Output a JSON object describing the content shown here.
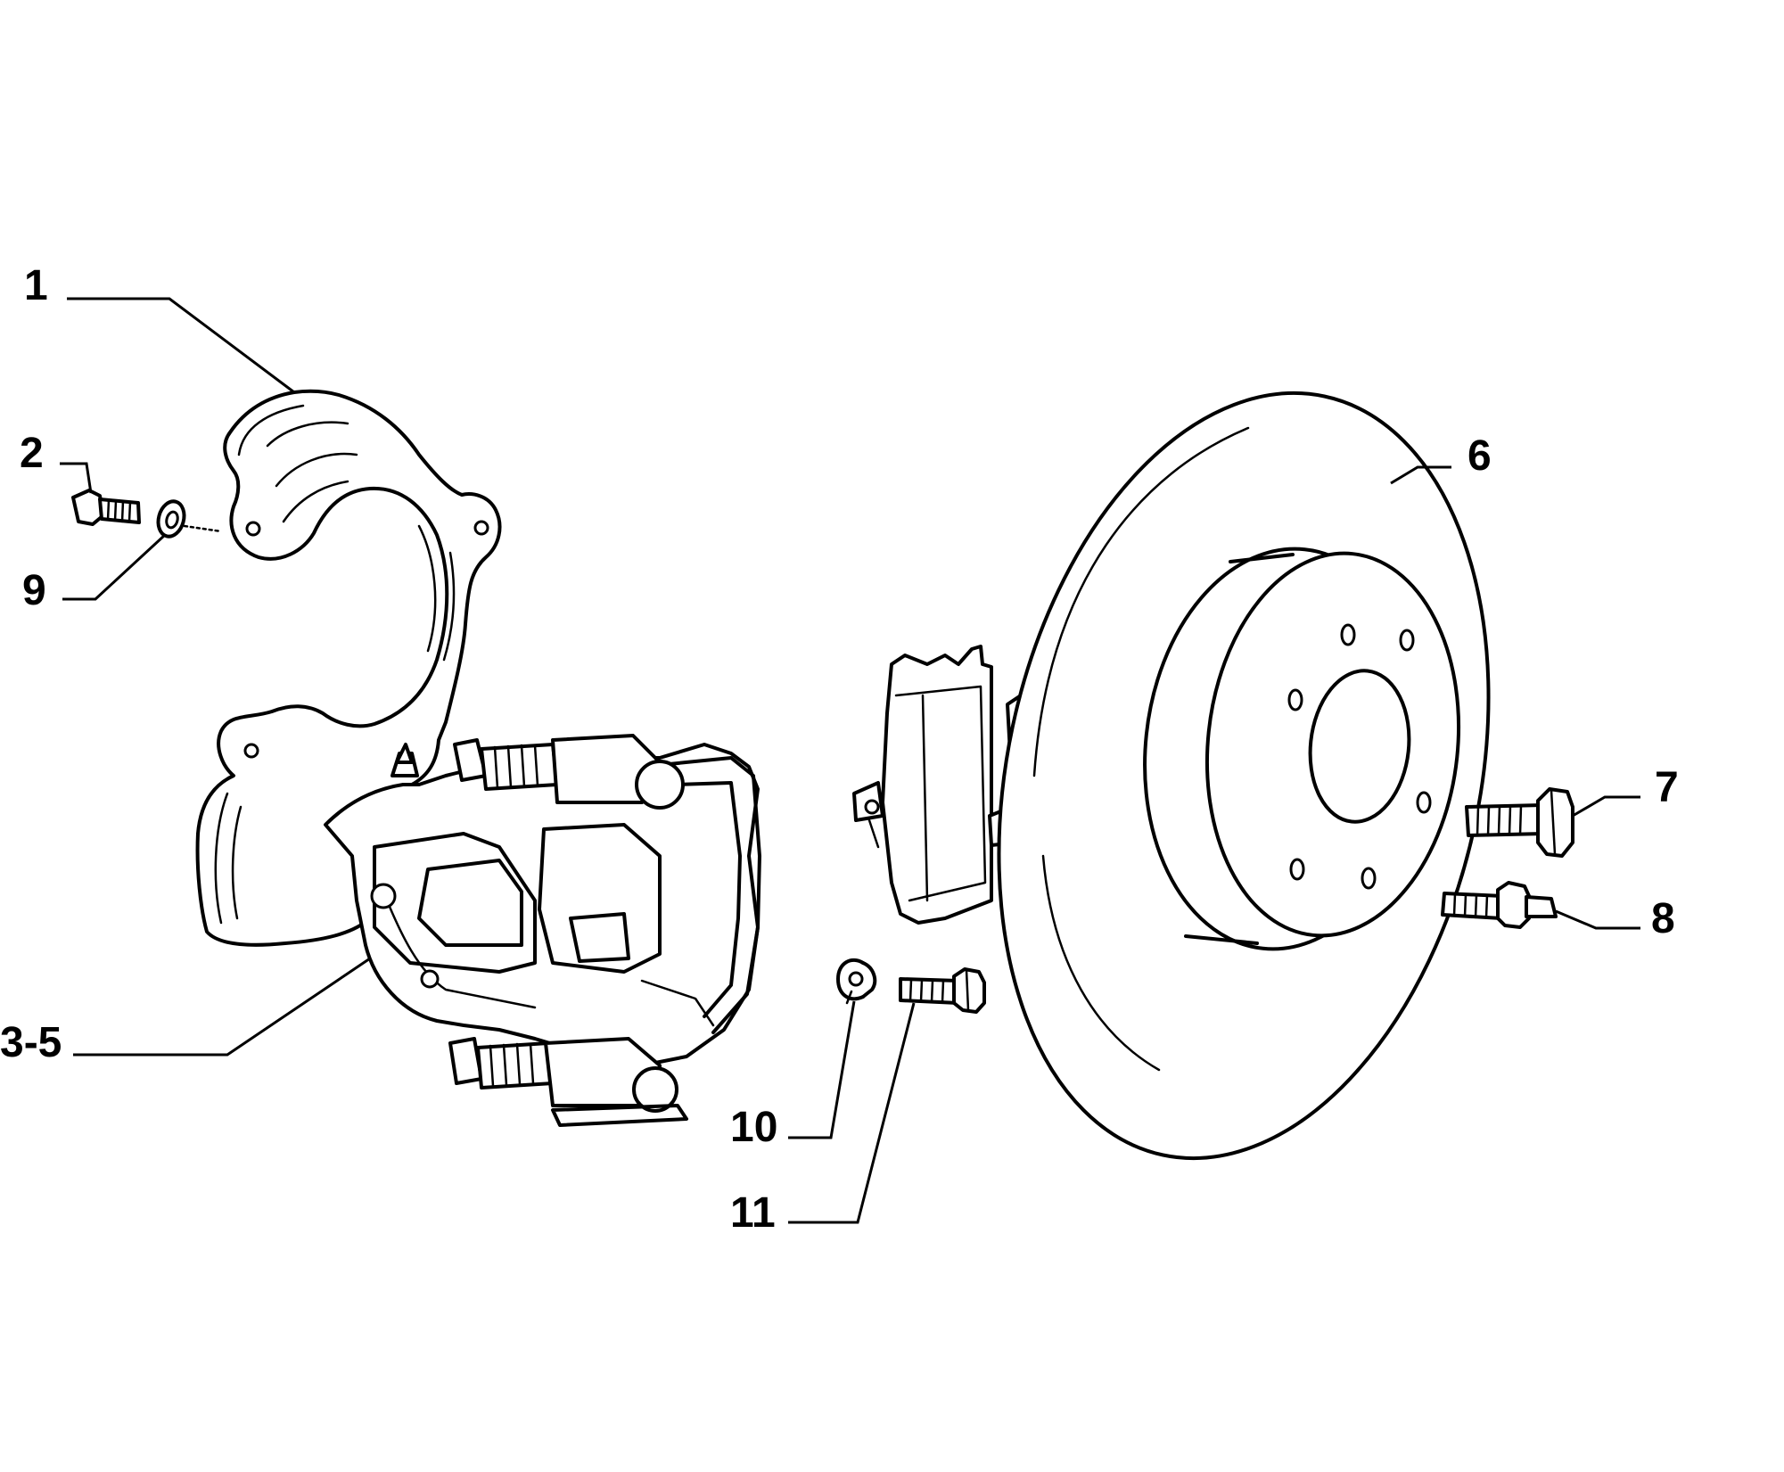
{
  "diagram": {
    "callouts": [
      {
        "id": "c1",
        "text": "1"
      },
      {
        "id": "c2",
        "text": "2"
      },
      {
        "id": "c9",
        "text": "9"
      },
      {
        "id": "c35",
        "text": "3-5"
      },
      {
        "id": "c6",
        "text": "6"
      },
      {
        "id": "c7",
        "text": "7"
      },
      {
        "id": "c8",
        "text": "8"
      },
      {
        "id": "c10",
        "text": "10"
      },
      {
        "id": "c11",
        "text": "11"
      }
    ]
  }
}
